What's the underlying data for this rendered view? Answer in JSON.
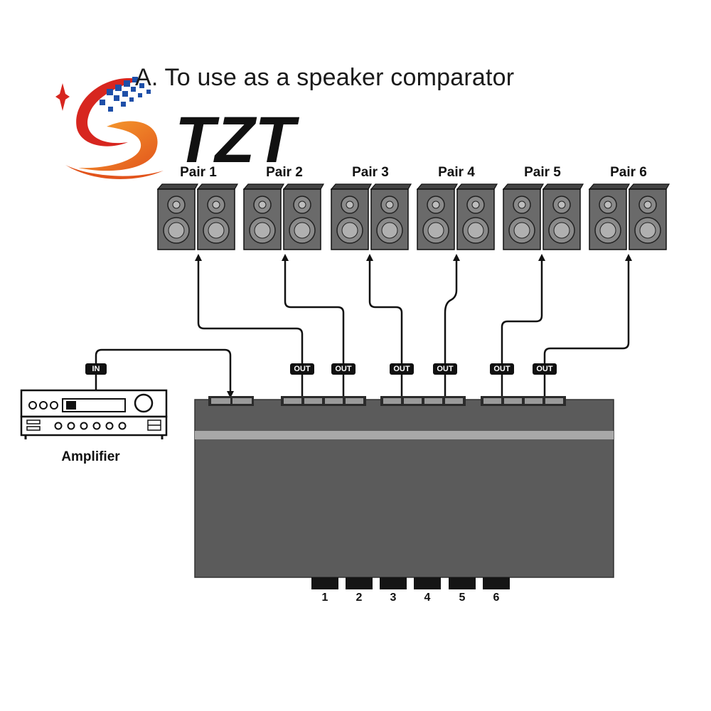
{
  "title": "A. To use as a speaker comparator",
  "logo": {
    "text": "TZT",
    "colors": {
      "red": "#d7261f",
      "blue": "#1e4fa8",
      "orange": "#f0851f",
      "dark": "#111111"
    }
  },
  "speaker_pairs": [
    {
      "label": "Pair 1"
    },
    {
      "label": "Pair 2"
    },
    {
      "label": "Pair 3"
    },
    {
      "label": "Pair 4"
    },
    {
      "label": "Pair 5"
    },
    {
      "label": "Pair 6"
    }
  ],
  "input_tag": "IN",
  "output_tag": "OUT",
  "amplifier_label": "Amplifier",
  "selector_buttons": [
    "1",
    "2",
    "3",
    "4",
    "5",
    "6"
  ],
  "colors": {
    "device": "#5b5b5b",
    "device_stripe": "#a8a8a8",
    "speaker": "#6a6a6a",
    "wire": "#111111"
  }
}
